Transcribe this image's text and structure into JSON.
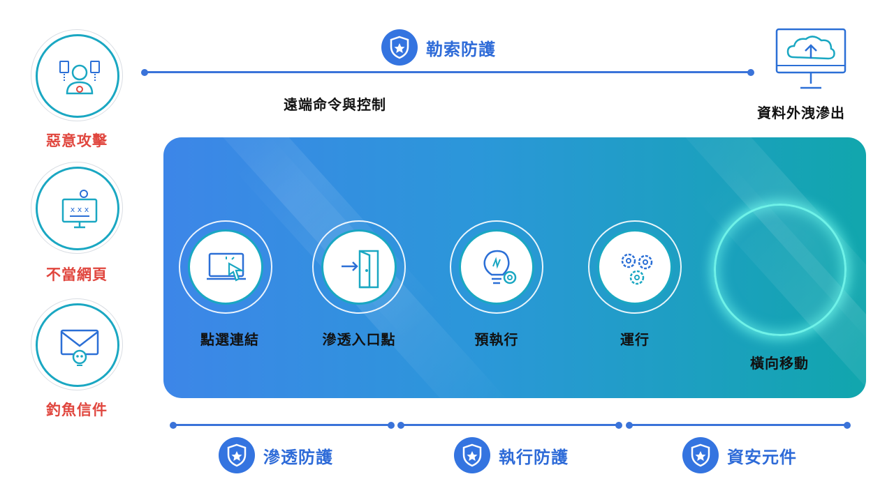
{
  "threats": [
    {
      "label": "惡意攻擊",
      "icon": "hacker-icon"
    },
    {
      "label": "不當網頁",
      "icon": "infected-monitor-icon"
    },
    {
      "label": "釣魚信件",
      "icon": "phishing-mail-icon"
    }
  ],
  "protections": {
    "top": "勒索防護",
    "bottom": [
      "滲透防護",
      "執行防護",
      "資安元件"
    ]
  },
  "remote_control": "遠端命令與控制",
  "exfiltration": "資料外洩滲出",
  "steps": [
    "點選連結",
    "滲透入口點",
    "預執行",
    "運行"
  ],
  "lateral": "橫向移動",
  "colors": {
    "accent": "#3474e0",
    "threat_red": "#e0463e",
    "teal": "#1aa7c2"
  }
}
